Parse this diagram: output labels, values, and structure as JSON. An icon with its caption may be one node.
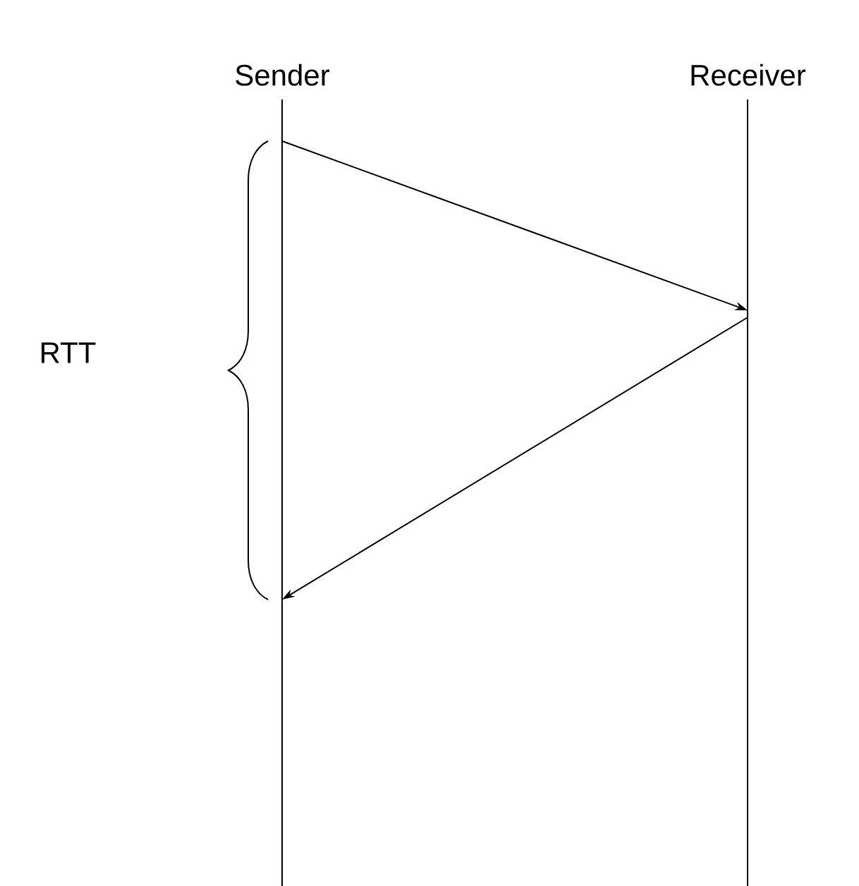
{
  "diagram": {
    "nodes": [
      {
        "text": [
          "Sender"
        ]
      },
      {
        "text": [
          "Receiver"
        ]
      }
    ],
    "edges": [
      {
        "from": 0,
        "to": 1,
        "arrow": "to"
      },
      {
        "from": 1,
        "to": 0,
        "arrow": "to"
      }
    ],
    "labels": [
      "RTT"
    ]
  }
}
